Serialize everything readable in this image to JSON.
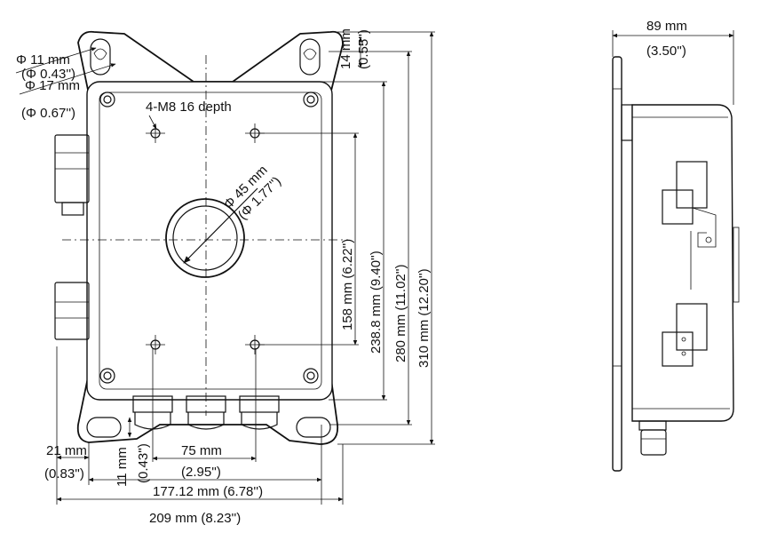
{
  "front_view": {
    "hole_small": "Φ 11 mm",
    "hole_small_in": "(Φ 0.43'')",
    "hole_large": "Φ 17 mm",
    "hole_large_in": "(Φ 0.67'')",
    "slot_height": "14 mm",
    "slot_height_in": "(0.55'')",
    "threads": "4-M8 16 depth",
    "center_hole": "Φ 45 mm",
    "center_hole_in": "(Φ 1.77'')",
    "dim_158": "158 mm (6.22'')",
    "dim_238": "238.8 mm (9.40'')",
    "dim_280": "280 mm (11.02'')",
    "dim_310": "310 mm (12.20'')",
    "dim_21": "21 mm",
    "dim_21_in": "(0.83'')",
    "dim_11": "11 mm",
    "dim_11_in": "(0.43'')",
    "dim_75": "75 mm",
    "dim_75_in": "(2.95'')",
    "dim_177": "177.12 mm (6.78'')",
    "dim_209": "209 mm (8.23'')"
  },
  "side_view": {
    "depth": "89 mm",
    "depth_in": "(3.50'')"
  }
}
